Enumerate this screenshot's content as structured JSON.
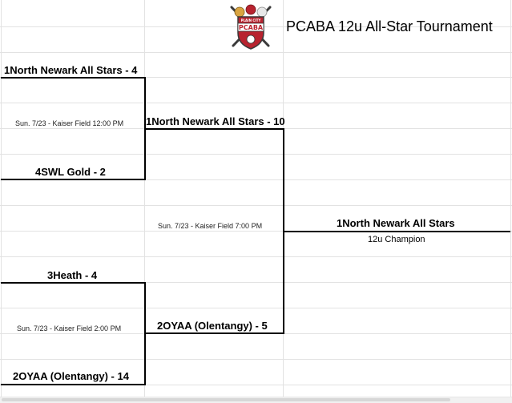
{
  "header": {
    "title": "PCABA 12u All-Star Tournament",
    "logo": {
      "icon": "pcaba-shield-logo",
      "text_top": "PLAIN CITY",
      "text_main": "PCABA"
    }
  },
  "bracket": {
    "round1": [
      {
        "top_team": "1North Newark All Stars - 4",
        "game_info": "Sun. 7/23 - Kaiser Field 12:00 PM",
        "bottom_team": "4SWL Gold - 2"
      },
      {
        "top_team": "3Heath - 4",
        "game_info": "Sun. 7/23 - Kaiser Field 2:00 PM",
        "bottom_team": "2OYAA (Olentangy) - 14"
      }
    ],
    "round2": {
      "top_team": "1North Newark All Stars - 10",
      "game_info": "Sun. 7/23 - Kaiser Field 7:00 PM",
      "bottom_team": "2OYAA (Olentangy) - 5"
    },
    "champion": {
      "team": "1North Newark All Stars",
      "label": "12u Champion"
    }
  },
  "colors": {
    "grid": "#e2e2e2",
    "bracket_line": "#000000",
    "logo_red": "#b8232f",
    "logo_dark": "#3a3a3a"
  }
}
